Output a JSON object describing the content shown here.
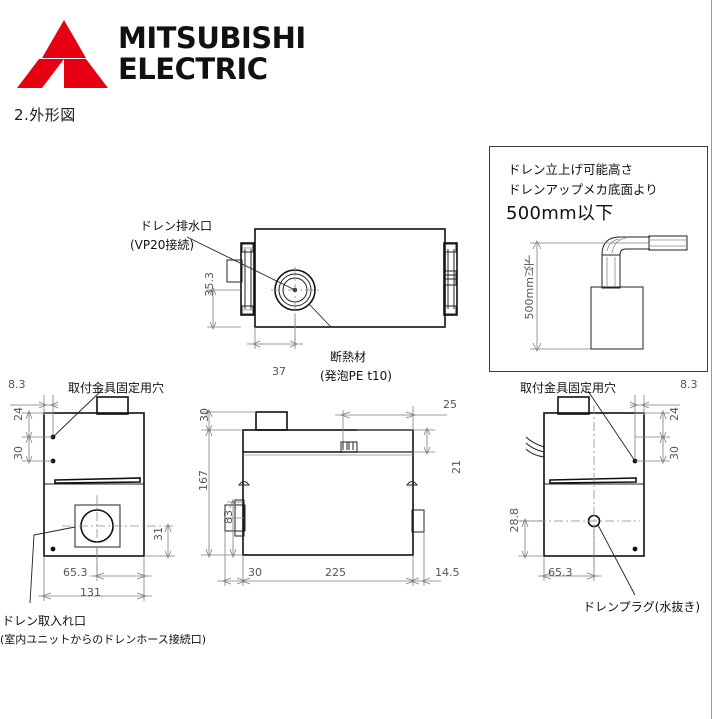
{
  "document": {
    "brand_line1": "MITSUBISHI",
    "brand_line2": "ELECTRIC",
    "brand_color": "#e60012",
    "section_title": "2.外形図"
  },
  "inset": {
    "line1": "ドレン立上げ可能高さ",
    "line2": "ドレンアップメカ底面より",
    "line3": "500mm以下",
    "dimension_label": "500mm以下"
  },
  "top_view": {
    "labels": {
      "drain_outlet_line1": "ドレン排水口",
      "drain_outlet_line2": "(VP20接続)",
      "insulation_line1": "断熱材",
      "insulation_line2": "(発泡PE  t10)"
    },
    "dimensions": {
      "vertical_35_3": "35.3",
      "horizontal_37": "37"
    }
  },
  "left_view": {
    "labels": {
      "mounting_hole": "取付金具固定用穴",
      "drain_inlet_line1": "ドレン取入れ口",
      "drain_inlet_line2": "(室内ユニットからのドレンホース接続口)"
    },
    "dimensions": {
      "d_8_3": "8.3",
      "d_24": "24",
      "d_30": "30",
      "d_31": "31",
      "d_65_3": "65.3",
      "d_131": "131"
    }
  },
  "front_view": {
    "dimensions": {
      "d_30_top": "30",
      "d_167": "167",
      "d_83": "83",
      "d_30_bottom": "30",
      "d_225": "225",
      "d_14_5": "14.5",
      "d_25": "25",
      "d_21": "21"
    }
  },
  "right_view": {
    "labels": {
      "mounting_hole": "取付金具固定用穴",
      "drain_plug": "ドレンプラグ(水抜き)"
    },
    "dimensions": {
      "d_8_3": "8.3",
      "d_24": "24",
      "d_30": "30",
      "d_28_8": "28.8",
      "d_65_3": "65.3"
    }
  }
}
